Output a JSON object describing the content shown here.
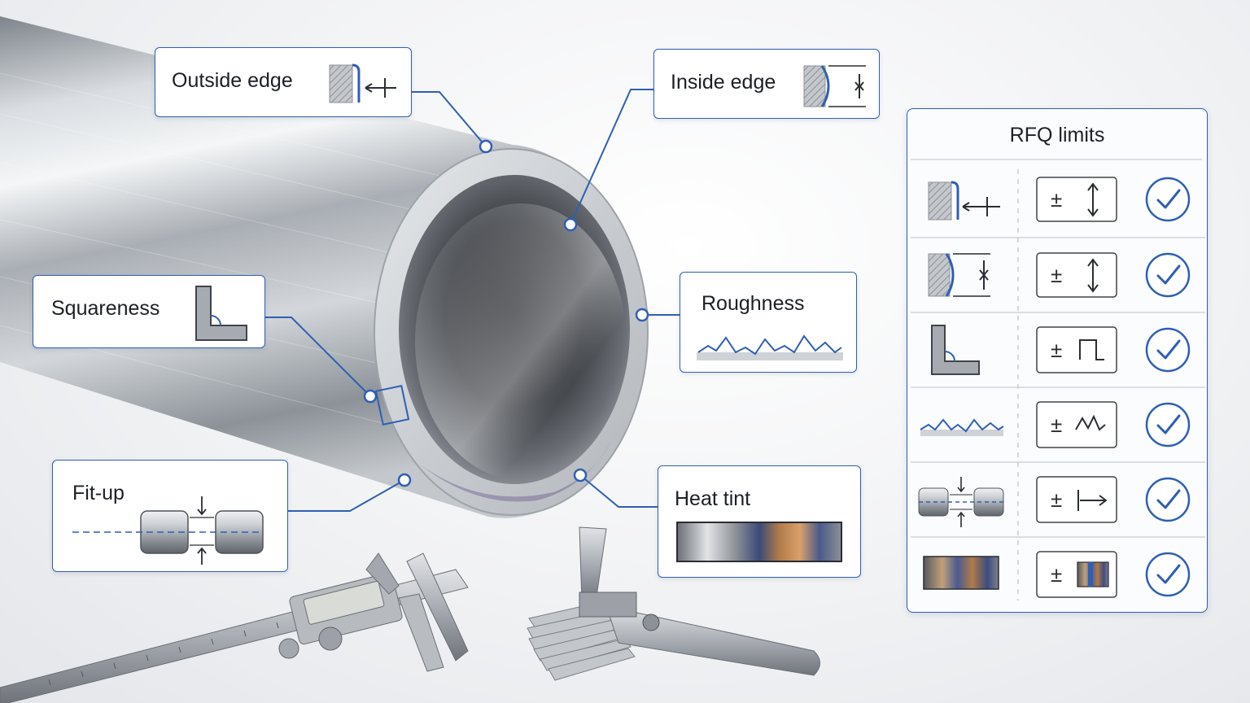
{
  "labels": {
    "outside_edge": "Outside edge",
    "inside_edge": "Inside edge",
    "squareness": "Squareness",
    "roughness": "Roughness",
    "fit_up": "Fit-up",
    "heat_tint": "Heat tint"
  },
  "rfq": {
    "title": "RFQ limits",
    "rows": [
      {
        "feature": "outside-edge",
        "tolerance_symbol": "±",
        "tolerance_icon": "double-arrow-vertical-icon",
        "status_icon": "check-circle-icon"
      },
      {
        "feature": "inside-edge",
        "tolerance_symbol": "±",
        "tolerance_icon": "double-arrow-vertical-icon",
        "status_icon": "check-circle-icon"
      },
      {
        "feature": "squareness",
        "tolerance_symbol": "±",
        "tolerance_icon": "square-pulse-icon",
        "status_icon": "check-circle-icon"
      },
      {
        "feature": "roughness",
        "tolerance_symbol": "±",
        "tolerance_icon": "zigzag-icon",
        "status_icon": "check-circle-icon"
      },
      {
        "feature": "fit-up",
        "tolerance_symbol": "±",
        "tolerance_icon": "gap-arrow-icon",
        "status_icon": "check-circle-icon"
      },
      {
        "feature": "heat-tint",
        "tolerance_symbol": "±",
        "tolerance_icon": "tint-swatch-icon",
        "status_icon": "check-circle-icon"
      }
    ]
  },
  "colors": {
    "accent": "#2f5fb3",
    "text": "#1c1f26"
  }
}
